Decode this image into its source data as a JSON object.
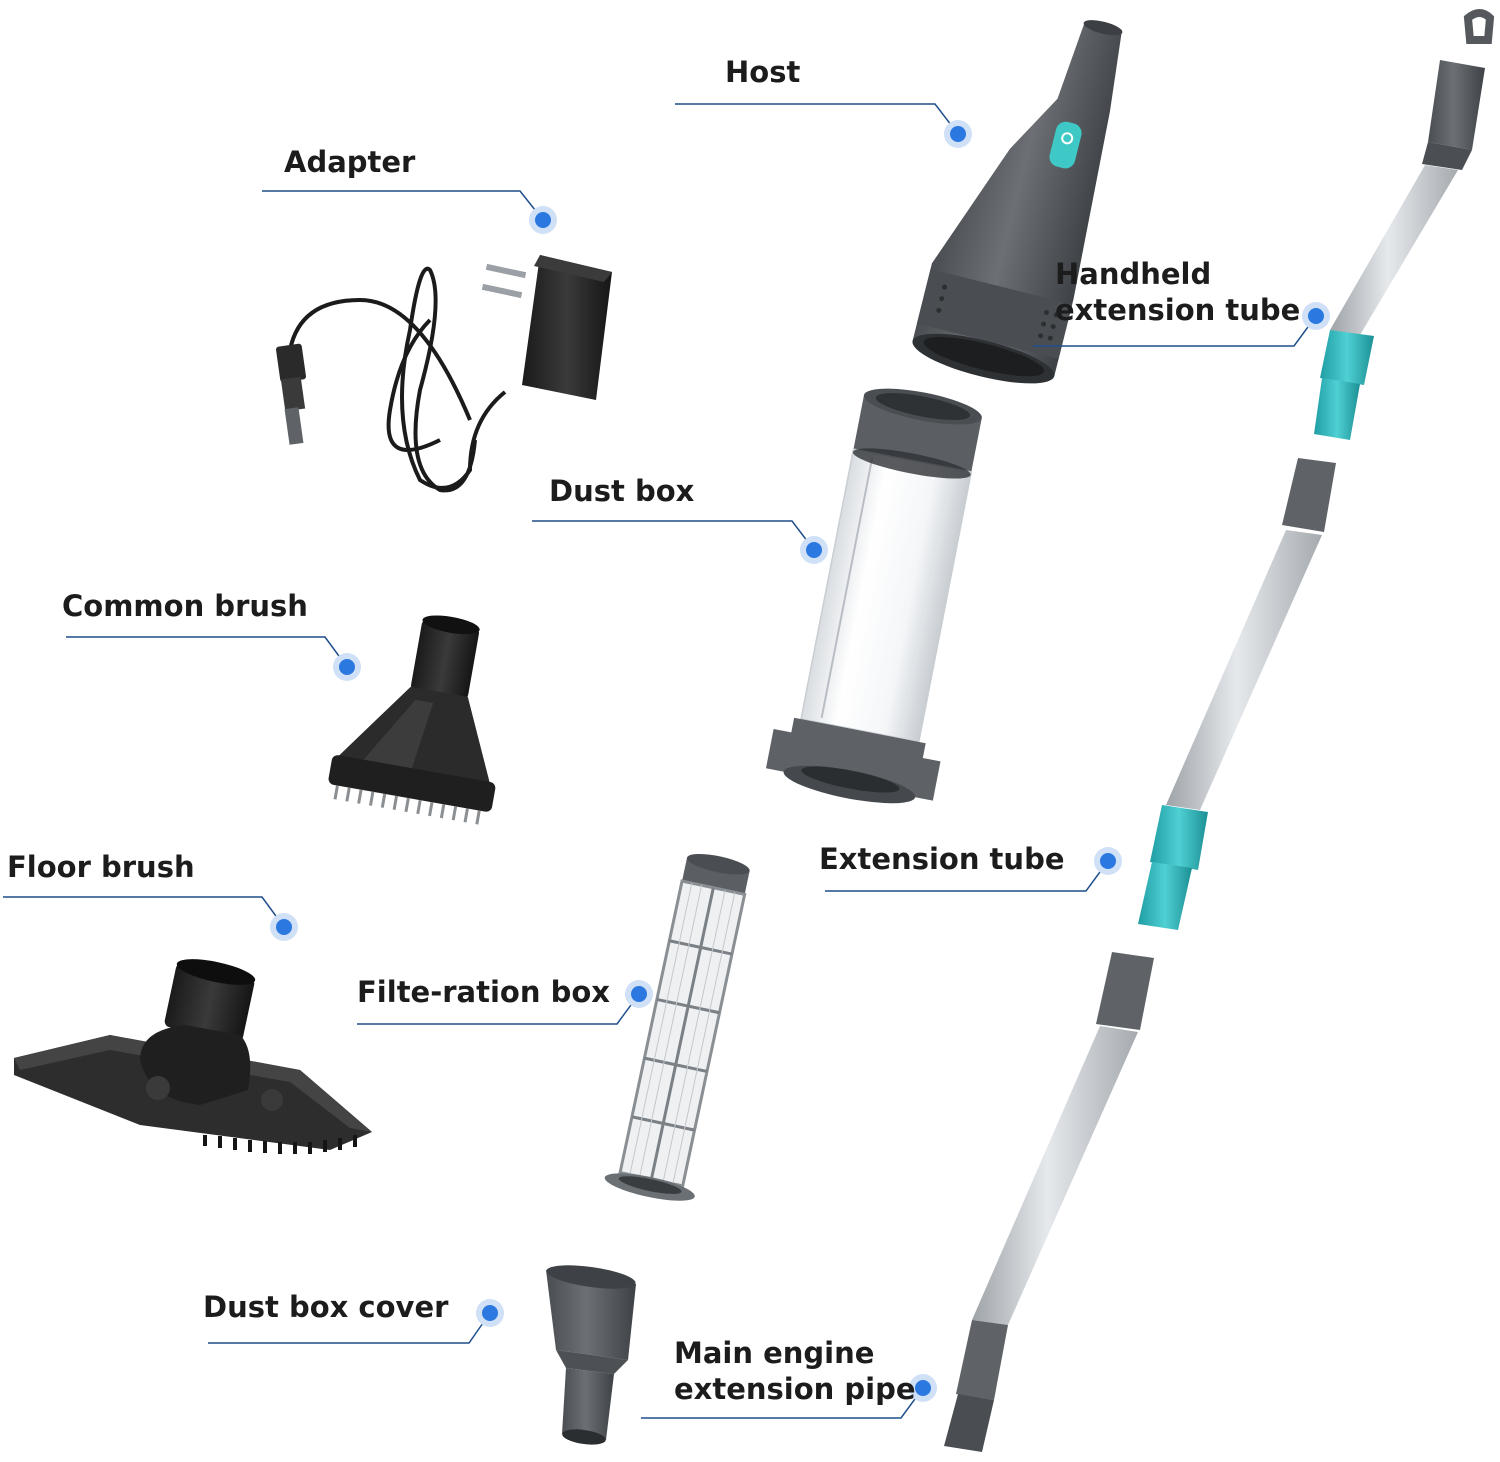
{
  "colors": {
    "leader_line": "#1f4f8c",
    "dot_fill": "#2a78e0",
    "dot_halo": "#cfe0f7",
    "part_dark_grey": "#5a5e63",
    "part_black": "#222222",
    "part_silver": "#c9cdd1",
    "part_teal": "#2db4b8"
  },
  "labels": {
    "host": "Host",
    "adapter": "Adapter",
    "handheld_1": "Handheld",
    "handheld_2": "extension tube",
    "dust_box": "Dust box",
    "common_brush": "Common brush",
    "extension_tube": "Extension tube",
    "floor_brush": "Floor brush",
    "filtration_box": "Filte-ration box",
    "dust_box_cover": "Dust box cover",
    "main_engine_1": "Main engine",
    "main_engine_2": "extension pipe"
  },
  "icons": [
    "vacuum-host-icon",
    "power-adapter-icon",
    "dust-box-icon",
    "common-brush-icon",
    "floor-brush-icon",
    "filtration-box-icon",
    "dust-box-cover-icon",
    "telescopic-pole-icon"
  ]
}
